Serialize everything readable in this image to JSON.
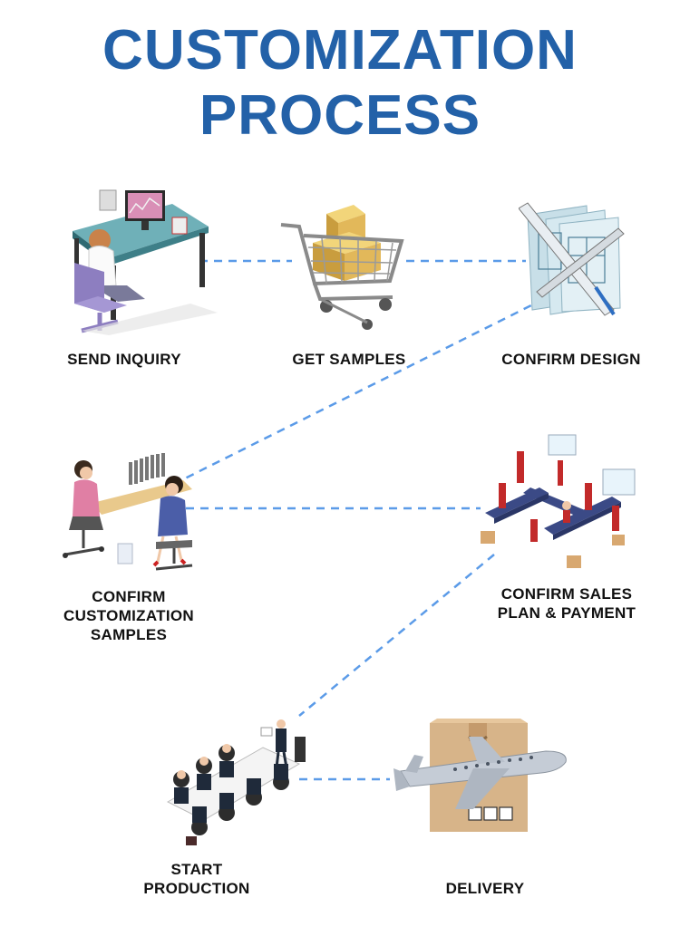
{
  "title": {
    "line1": "CUSTOMIZATION",
    "line2": "PROCESS"
  },
  "colors": {
    "title": "#2361a8",
    "connector": "#5b9be8",
    "label": "#111111"
  },
  "steps": [
    {
      "id": "send-inquiry",
      "label_lines": [
        "SEND INQUIRY"
      ],
      "icon": "office-desk-computer-icon"
    },
    {
      "id": "get-samples",
      "label_lines": [
        "GET SAMPLES"
      ],
      "icon": "shopping-cart-boxes-icon"
    },
    {
      "id": "confirm-design",
      "label_lines": [
        "CONFIRM DESIGN"
      ],
      "icon": "blueprint-ruler-icon"
    },
    {
      "id": "confirm-customization-samples",
      "label_lines": [
        "CONFIRM",
        "CUSTOMIZATION",
        "SAMPLES"
      ],
      "icon": "meeting-women-icon"
    },
    {
      "id": "confirm-sales-plan-payment",
      "label_lines": [
        "CONFIRM SALES",
        "PLAN & PAYMENT"
      ],
      "icon": "factory-assembly-line-icon"
    },
    {
      "id": "start-production",
      "label_lines": [
        "START",
        "PRODUCTION"
      ],
      "icon": "business-meeting-icon"
    },
    {
      "id": "delivery",
      "label_lines": [
        "DELIVERY"
      ],
      "icon": "airplane-package-icon"
    }
  ]
}
